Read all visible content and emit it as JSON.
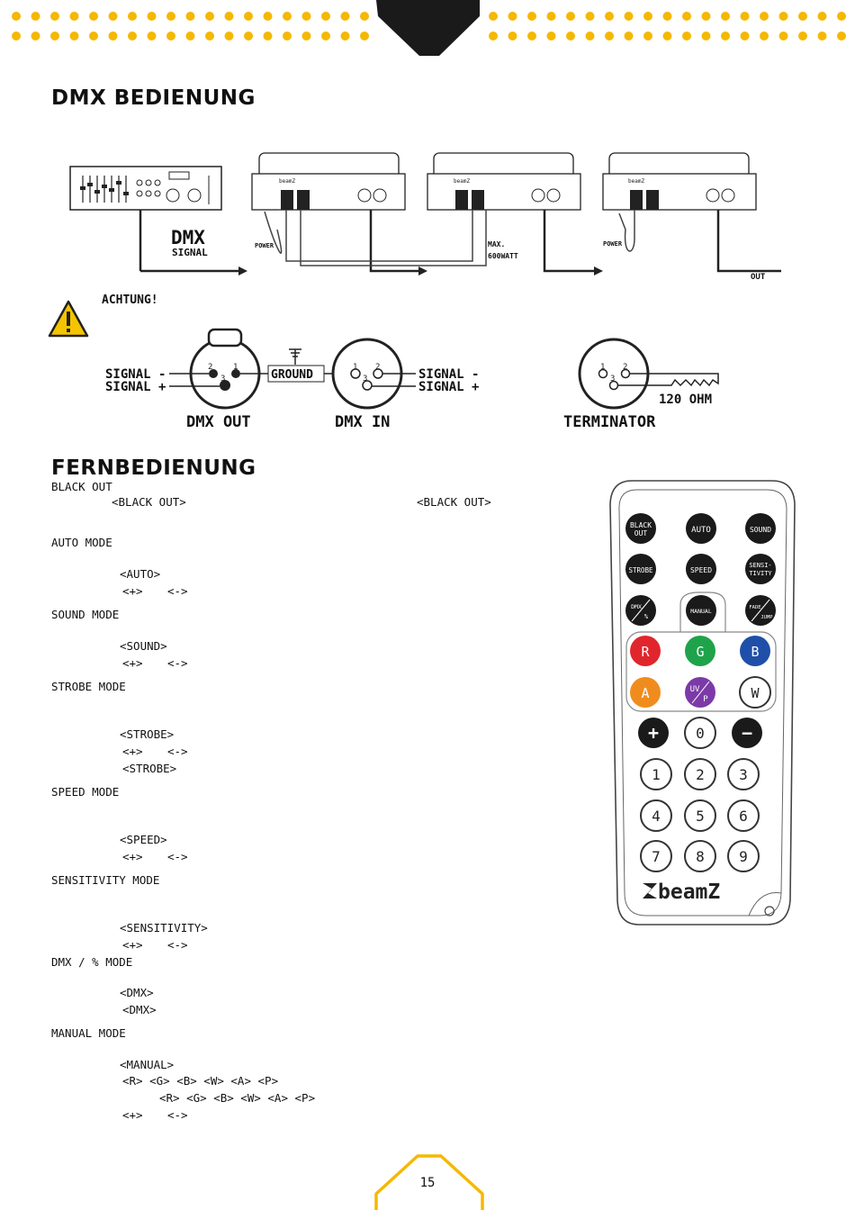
{
  "colors": {
    "accent": "#f5b800",
    "dark": "#1a1a1a"
  },
  "header": {
    "title_dmx": "DMX BEDIENUNG"
  },
  "diagram": {
    "dmx": "DMX",
    "signal": "SIGNAL",
    "power_left": "POWER",
    "power_right": "POWER",
    "max": "MAX.",
    "watt": "600WATT",
    "out": "OUT",
    "brand_small": "beamZ"
  },
  "warning": {
    "label": "ACHTUNG!"
  },
  "connectors": {
    "signal_minus": "SIGNAL -",
    "signal_plus": "SIGNAL +",
    "ground": "GROUND",
    "dmx_out": "DMX OUT",
    "dmx_in": "DMX IN",
    "terminator": "TERMINATOR",
    "ohm": "120 OHM",
    "pin1": "1",
    "pin2": "2",
    "pin3": "3"
  },
  "remote_section": {
    "title": "FERNBEDIENUNG",
    "lines": {
      "blackout": "BLACK OUT",
      "blackout_a": "<BLACK OUT>",
      "blackout_b": "<BLACK OUT>",
      "auto": "AUTO MODE",
      "auto_a": "<AUTO>",
      "auto_plus": "<+>",
      "auto_minus": "<->",
      "sound": "SOUND MODE",
      "sound_a": "<SOUND>",
      "sound_plus": "<+>",
      "sound_minus": "<->",
      "strobe": "STROBE MODE",
      "strobe_a": "<STROBE>",
      "strobe_plus": "<+>",
      "strobe_minus": "<->",
      "strobe_b": "<STROBE>",
      "speed": "SPEED MODE",
      "speed_a": "<SPEED>",
      "speed_plus": "<+>",
      "speed_minus": "<->",
      "sens": "SENSITIVITY MODE",
      "sens_a": "<SENSITIVITY>",
      "sens_plus": "<+>",
      "sens_minus": "<->",
      "dmxp": "DMX / % MODE",
      "dmxp_a": "<DMX>",
      "dmxp_b": "<DMX>",
      "manual": "MANUAL MODE",
      "manual_a": "<MANUAL>",
      "manual_b": "<R> <G> <B> <W> <A> <P>",
      "manual_c": "<R> <G> <B> <W> <A> <P>",
      "manual_plus": "<+>",
      "manual_minus": "<->"
    }
  },
  "remote": {
    "btn_blackout_1": "BLACK",
    "btn_blackout_2": "OUT",
    "btn_auto": "AUTO",
    "btn_sound": "SOUND",
    "btn_strobe": "STROBE",
    "btn_speed": "SPEED",
    "btn_sens_1": "SENSI-",
    "btn_sens_2": "TIVITY",
    "btn_dmx_1": "DMX",
    "btn_dmx_2": "%",
    "btn_manual": "MANUAL",
    "btn_fade_1": "FADE",
    "btn_fade_2": "JUMP",
    "btn_r": "R",
    "btn_g": "G",
    "btn_b": "B",
    "btn_a": "A",
    "btn_uv_1": "UV",
    "btn_uv_2": "P",
    "btn_w": "W",
    "btn_plus": "+",
    "btn_0": "0",
    "btn_minus": "−",
    "btn_1": "1",
    "btn_2": "2",
    "btn_3": "3",
    "btn_4": "4",
    "btn_5": "5",
    "btn_6": "6",
    "btn_7": "7",
    "btn_8": "8",
    "btn_9": "9",
    "logo": "beamZ",
    "colors": {
      "r": "#e0262c",
      "g": "#1ea34a",
      "b": "#1f4fa8",
      "a": "#f08c1e",
      "uv": "#7b3aa8"
    }
  },
  "footer": {
    "page": "15"
  }
}
